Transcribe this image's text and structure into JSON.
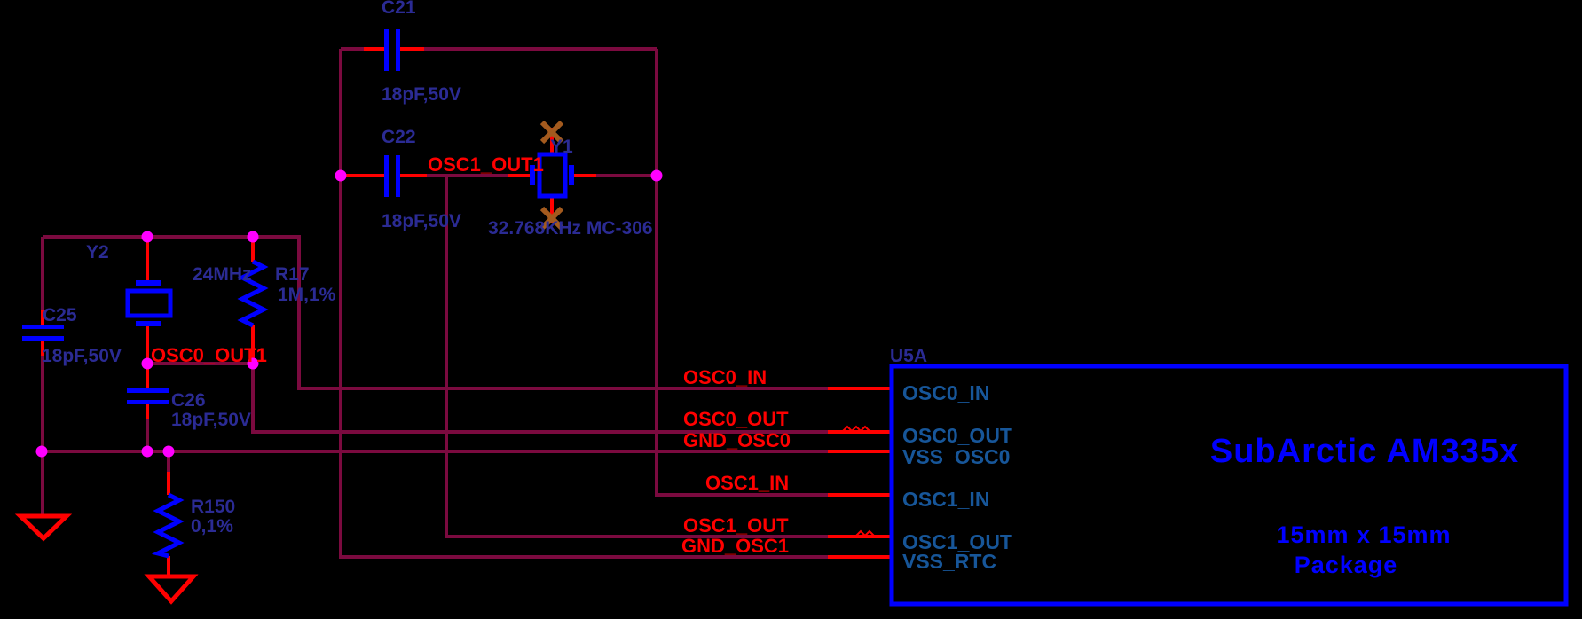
{
  "colors": {
    "background": "#000000",
    "wire": "#7B0A3F",
    "pin_wire": "#FF0000",
    "component": "#0000FF",
    "component_label": "#2B2B94",
    "net_label": "#FF0000",
    "ic_pin_name": "#175699",
    "junction_dot": "#FF00FF",
    "no_connect_x": "#A35A1E"
  },
  "components": {
    "c21": {
      "ref": "C21",
      "value": "18pF,50V"
    },
    "c22": {
      "ref": "C22",
      "value": "18pF,50V"
    },
    "c25": {
      "ref": "C25",
      "value": "18pF,50V"
    },
    "c26": {
      "ref": "C26",
      "value": "18pF,50V"
    },
    "y1": {
      "ref": "Y1",
      "value": "32.768KHz MC-306"
    },
    "y2": {
      "ref": "Y2",
      "value": "24MHz"
    },
    "r17": {
      "ref": "R17",
      "value": "1M,1%"
    },
    "r150": {
      "ref": "R150",
      "value": "0,1%"
    }
  },
  "net_labels": {
    "osc1_out1": "OSC1_OUT1",
    "osc0_out1": "OSC0_OUT1",
    "osc0_in": "OSC0_IN",
    "osc0_out": "OSC0_OUT",
    "gnd_osc0": "GND_OSC0",
    "osc1_in": "OSC1_IN",
    "osc1_out": "OSC1_OUT",
    "gnd_osc1": "GND_OSC1"
  },
  "ic": {
    "ref": "U5A",
    "title": "SubArctic AM335x",
    "package_line1": "15mm x 15mm",
    "package_line2": "Package",
    "pins": [
      "OSC0_IN",
      "OSC0_OUT",
      "VSS_OSC0",
      "OSC1_IN",
      "OSC1_OUT",
      "VSS_RTC"
    ]
  }
}
